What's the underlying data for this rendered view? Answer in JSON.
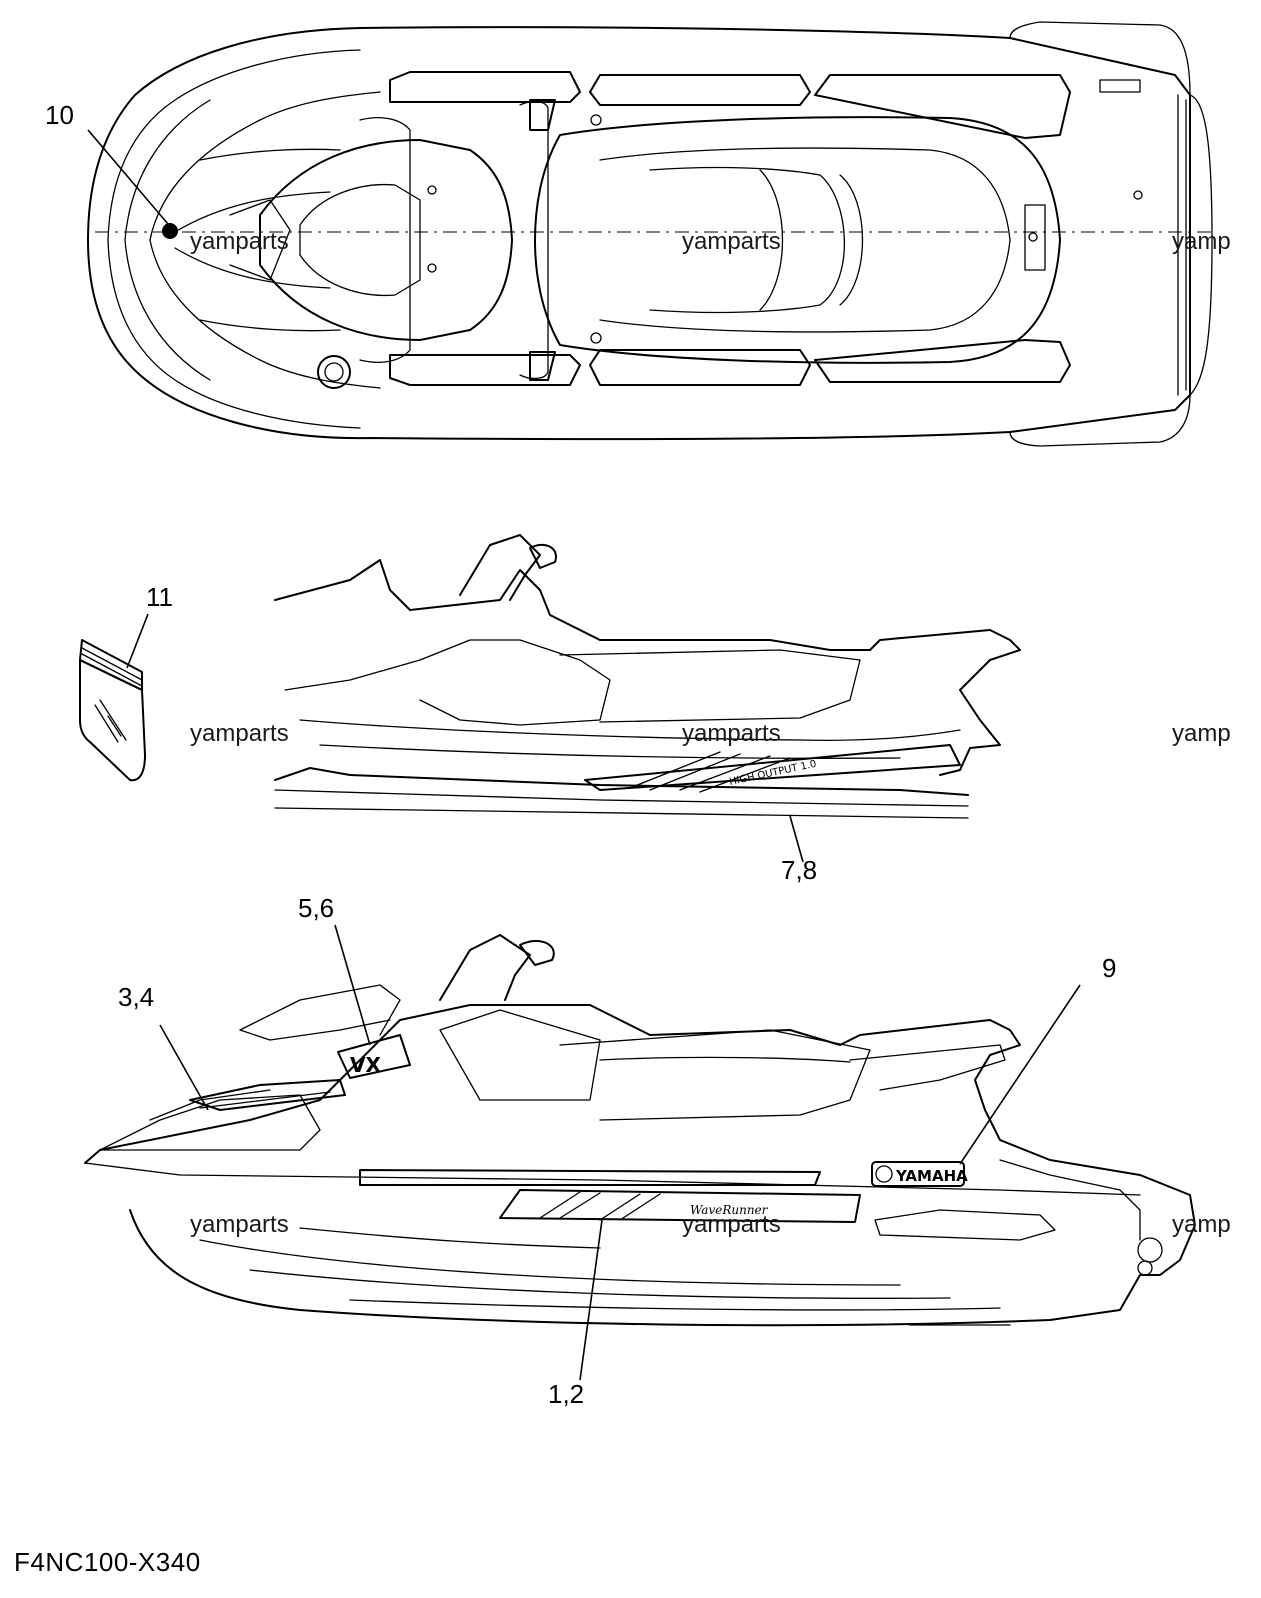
{
  "diagram": {
    "callouts": {
      "c10": "10",
      "c11": "11",
      "c78": "7,8",
      "c56": "5,6",
      "c34": "3,4",
      "c9": "9",
      "c12": "1,2"
    },
    "watermarks": {
      "w1": "yamparts",
      "w2": "yamparts",
      "w3": "yamp",
      "w4": "yamparts",
      "w5": "yamparts",
      "w6": "yamp",
      "w7": "yamparts",
      "w8": "yamparts",
      "w9": "yamp"
    },
    "decal_text": {
      "brand": "YAMAHA",
      "model_mark": "VX",
      "side_text": "HIGH OUTPUT 1.0",
      "wave_text": "WaveRunner"
    },
    "drawing_code": "F4NC100-X340"
  }
}
